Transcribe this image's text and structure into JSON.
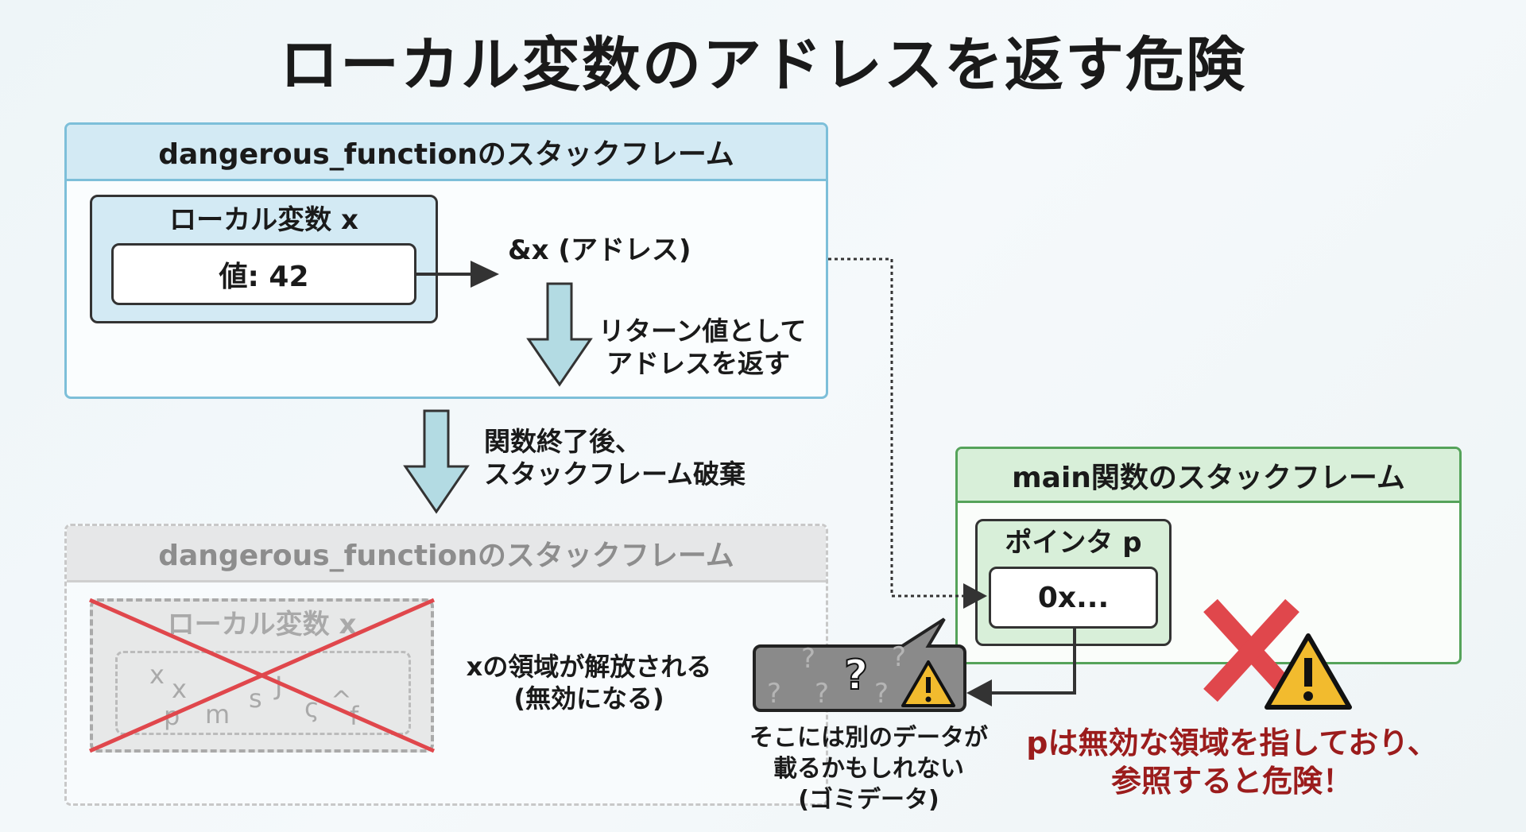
{
  "title": "ローカル変数のアドレスを返す危険",
  "active_frame": {
    "header": "dangerous_functionのスタックフレーム",
    "var_label": "ローカル変数 x",
    "value": "値: 42",
    "address_label": "&x (アドレス)",
    "return_note": [
      "リターン値として",
      "アドレスを返す"
    ]
  },
  "transition_note": [
    "関数終了後、",
    "スタックフレーム破棄"
  ],
  "destroyed_frame": {
    "header": "dangerous_functionのスタックフレーム",
    "var_label": "ローカル変数 x",
    "garbage_chars": [
      "x",
      "x",
      "s",
      "J",
      "p",
      "m",
      "ς",
      "^",
      "f"
    ],
    "note": [
      "xの領域が解放される",
      "(無効になる)"
    ]
  },
  "main_frame": {
    "header": "main関数のスタックフレーム",
    "pointer_label": "ポインタ p",
    "pointer_value": "0x..."
  },
  "garbage_note": [
    "そこには別のデータが",
    "載るかもしれない",
    "(ゴミデータ)"
  ],
  "bubble_symbol": "?",
  "danger_note": [
    "pは無効な領域を指しており、",
    "参照すると危険！"
  ],
  "colors": {
    "active": "#7dbfd9",
    "main": "#55a35a",
    "danger": "#9b1c1c",
    "cross": "#e0474c",
    "warning": "#f2bb2e"
  }
}
